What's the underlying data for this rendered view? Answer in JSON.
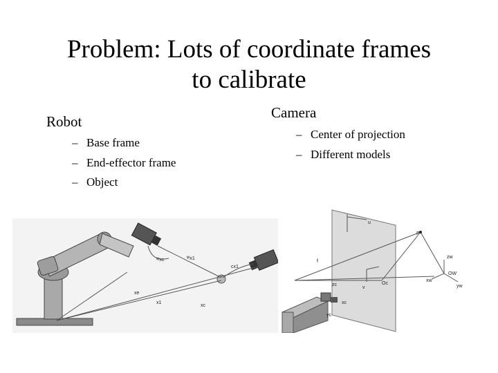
{
  "slide": {
    "title_line1": "Problem: Lots of coordinate frames",
    "title_line2": "to calibrate"
  },
  "left_column": {
    "heading": "Robot",
    "bullets": [
      "Base frame",
      "End-effector frame",
      "Object"
    ]
  },
  "right_column": {
    "heading": "Camera",
    "bullets": [
      "Center of projection",
      "Different models"
    ]
  },
  "robot_figure": {
    "labels": {
      "wxc": "ᵂxc",
      "wx1": "ᵂx1",
      "cx1": "cx1",
      "xe": "xe",
      "x1": "x1",
      "xc": "xc"
    }
  },
  "camera_figure": {
    "labels": {
      "p": "P",
      "f": "f",
      "u": "u",
      "v": "v",
      "ow": "OW",
      "oc": "Oc",
      "zw": "zw",
      "xw": "xw",
      "yw": "yw",
      "zc": "zc",
      "xc": "xc",
      "yc": "yc"
    }
  }
}
